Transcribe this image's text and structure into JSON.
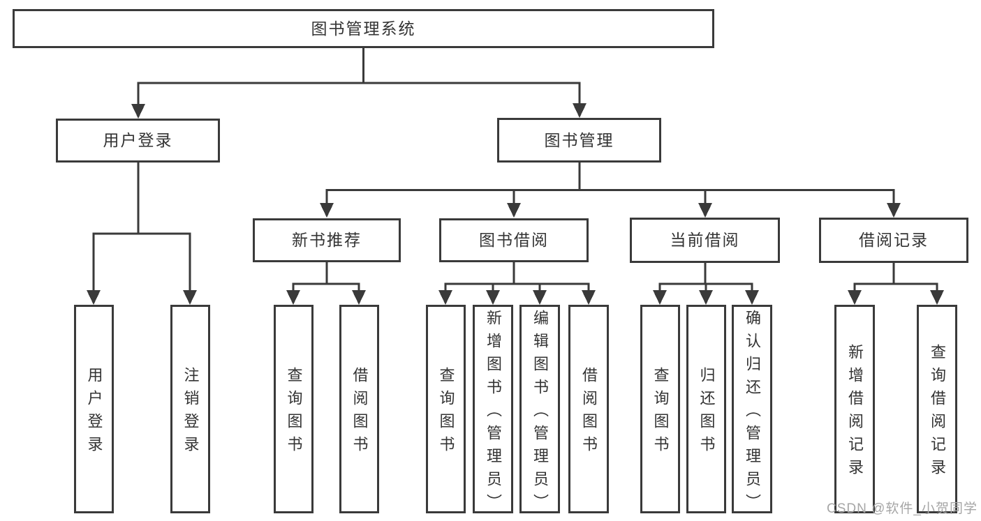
{
  "colors": {
    "line": "#3a3a3a",
    "text": "#333333",
    "background": "#ffffff",
    "watermark": "#a6a6a6"
  },
  "diagram": {
    "type": "hierarchy-diagram",
    "root": {
      "label": "图书管理系统"
    },
    "branches": [
      {
        "label": "用户登录",
        "children": [
          {
            "label": "用户登录"
          },
          {
            "label": "注销登录"
          }
        ]
      },
      {
        "label": "图书管理",
        "groups": [
          {
            "label": "新书推荐",
            "children": [
              {
                "label": "查询图书"
              },
              {
                "label": "借阅图书"
              }
            ]
          },
          {
            "label": "图书借阅",
            "children": [
              {
                "label": "查询图书"
              },
              {
                "label": "新增图书（管理员）"
              },
              {
                "label": "编辑图书（管理员）"
              },
              {
                "label": "借阅图书"
              }
            ]
          },
          {
            "label": "当前借阅",
            "children": [
              {
                "label": "查询图书"
              },
              {
                "label": "归还图书"
              },
              {
                "label": "确认归还（管理员）"
              }
            ]
          },
          {
            "label": "借阅记录",
            "children": [
              {
                "label": "新增借阅记录"
              },
              {
                "label": "查询借阅记录"
              }
            ]
          }
        ]
      }
    ]
  },
  "watermark": {
    "text": "CSDN @软件_小贺同学"
  }
}
